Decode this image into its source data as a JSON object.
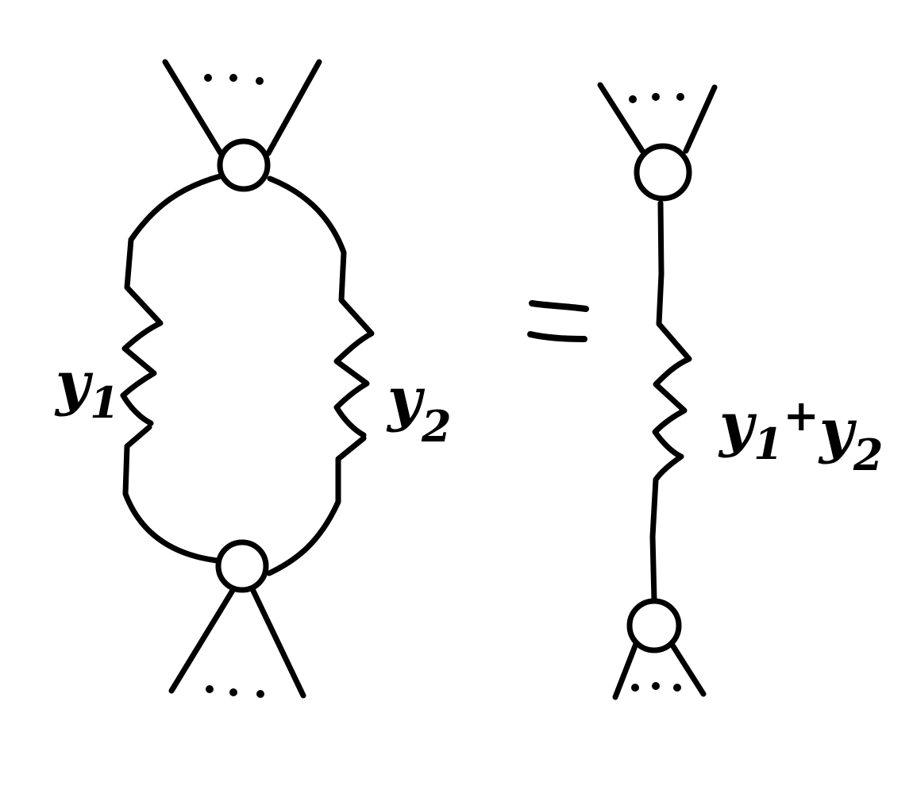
{
  "diagram": {
    "ink_color": "#000000",
    "background_color": "#ffffff",
    "left_graph": {
      "branch_1_label": {
        "symbol": "y",
        "subscript": "1"
      },
      "branch_2_label": {
        "symbol": "y",
        "subscript": "2"
      }
    },
    "equals_sign": "equals-icon",
    "right_graph": {
      "edge_label": {
        "term_1_symbol": "y",
        "term_1_subscript": "1",
        "operator": "+",
        "term_2_symbol": "y",
        "term_2_subscript": "2"
      }
    }
  }
}
